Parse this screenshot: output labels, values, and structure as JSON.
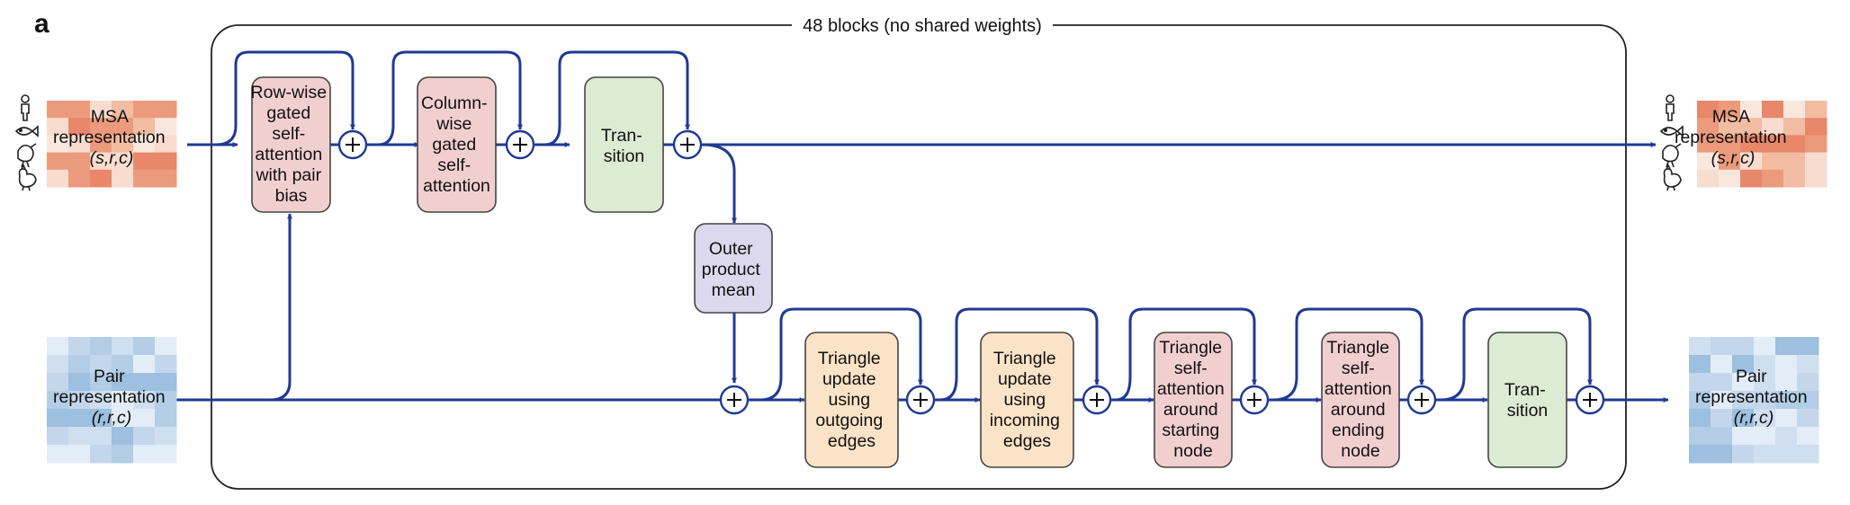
{
  "panel_label": "a",
  "block_title": "48 blocks (no shared weights)",
  "inputs": {
    "msa": {
      "lines": [
        "MSA",
        "representation"
      ],
      "dims": "(s,r,c)"
    },
    "pair": {
      "lines": [
        "Pair",
        "representation"
      ],
      "dims": "(r,r,c)"
    }
  },
  "outputs": {
    "msa": {
      "lines": [
        "MSA",
        "representation"
      ],
      "dims": "(s,r,c)"
    },
    "pair": {
      "lines": [
        "Pair",
        "representation"
      ],
      "dims": "(r,r,c)"
    }
  },
  "modules": {
    "row_attention": {
      "lines": [
        "Row-wise",
        "gated",
        "self-",
        "attention",
        "with pair",
        "bias"
      ],
      "color": "#f2cfcf"
    },
    "column_attention": {
      "lines": [
        "Column-",
        "wise",
        "gated",
        "self-",
        "attention"
      ],
      "color": "#f2cfcf"
    },
    "msa_transition": {
      "lines": [
        "Tran-",
        "sition"
      ],
      "color": "#dcebd3"
    },
    "outer_product_mean": {
      "lines": [
        "Outer",
        "product",
        "mean"
      ],
      "color": "#dcd8ee"
    },
    "triangle_update_outgoing": {
      "lines": [
        "Triangle",
        "update",
        "using",
        "outgoing",
        "edges"
      ],
      "color": "#fbe3c7"
    },
    "triangle_update_incoming": {
      "lines": [
        "Triangle",
        "update",
        "using",
        "incoming",
        "edges"
      ],
      "color": "#fbe3c7"
    },
    "triangle_attention_starting": {
      "lines": [
        "Triangle",
        "self-",
        "attention",
        "around",
        "starting",
        "node"
      ],
      "color": "#f2cfcf"
    },
    "triangle_attention_ending": {
      "lines": [
        "Triangle",
        "self-",
        "attention",
        "around",
        "ending",
        "node"
      ],
      "color": "#f2cfcf"
    },
    "pair_transition": {
      "lines": [
        "Tran-",
        "sition"
      ],
      "color": "#dcebd3"
    }
  },
  "colors": {
    "arrow": "#1f3a93",
    "msa_heatmap": [
      "#f7dccf",
      "#f2bca3",
      "#eb9b7c",
      "#f9e7de",
      "#e8876a"
    ],
    "pair_heatmap": [
      "#cfdff0",
      "#b3cde6",
      "#9dbfe0",
      "#e3edf7",
      "#c4d6ec"
    ]
  },
  "icons": [
    "human-icon",
    "fish-icon",
    "bird-icon",
    "chicken-icon"
  ]
}
